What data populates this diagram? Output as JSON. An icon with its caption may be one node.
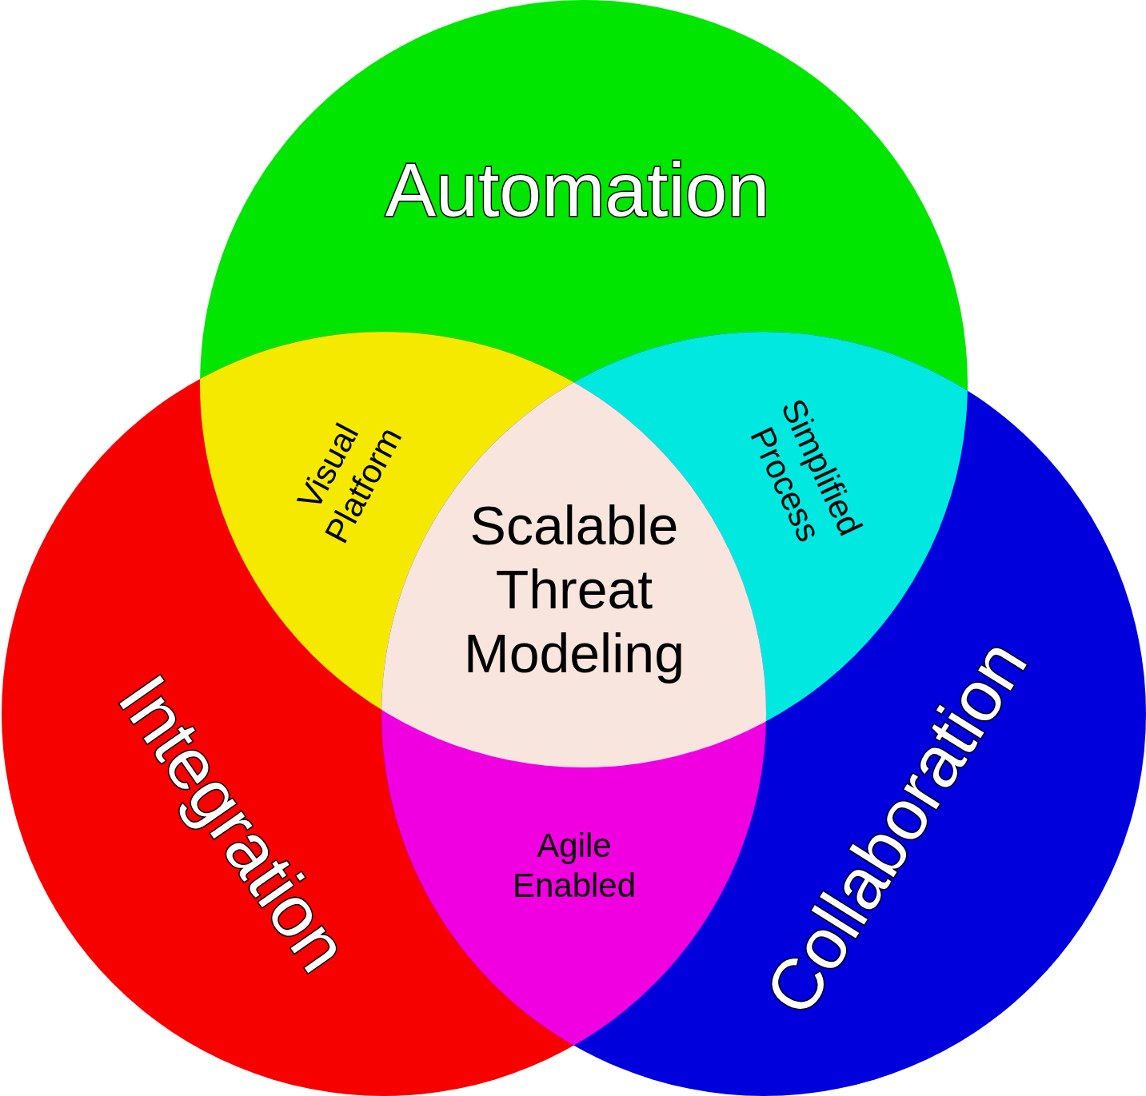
{
  "diagram": {
    "nodes": [
      {
        "text": [
          "Automation"
        ]
      },
      {
        "text": [
          "Integration"
        ]
      },
      {
        "text": [
          "Collaboration"
        ]
      }
    ],
    "labels": [
      "Visual Platform",
      "Simplified Process",
      "Scalable Threat Modeling",
      "Agile Enabled"
    ]
  }
}
